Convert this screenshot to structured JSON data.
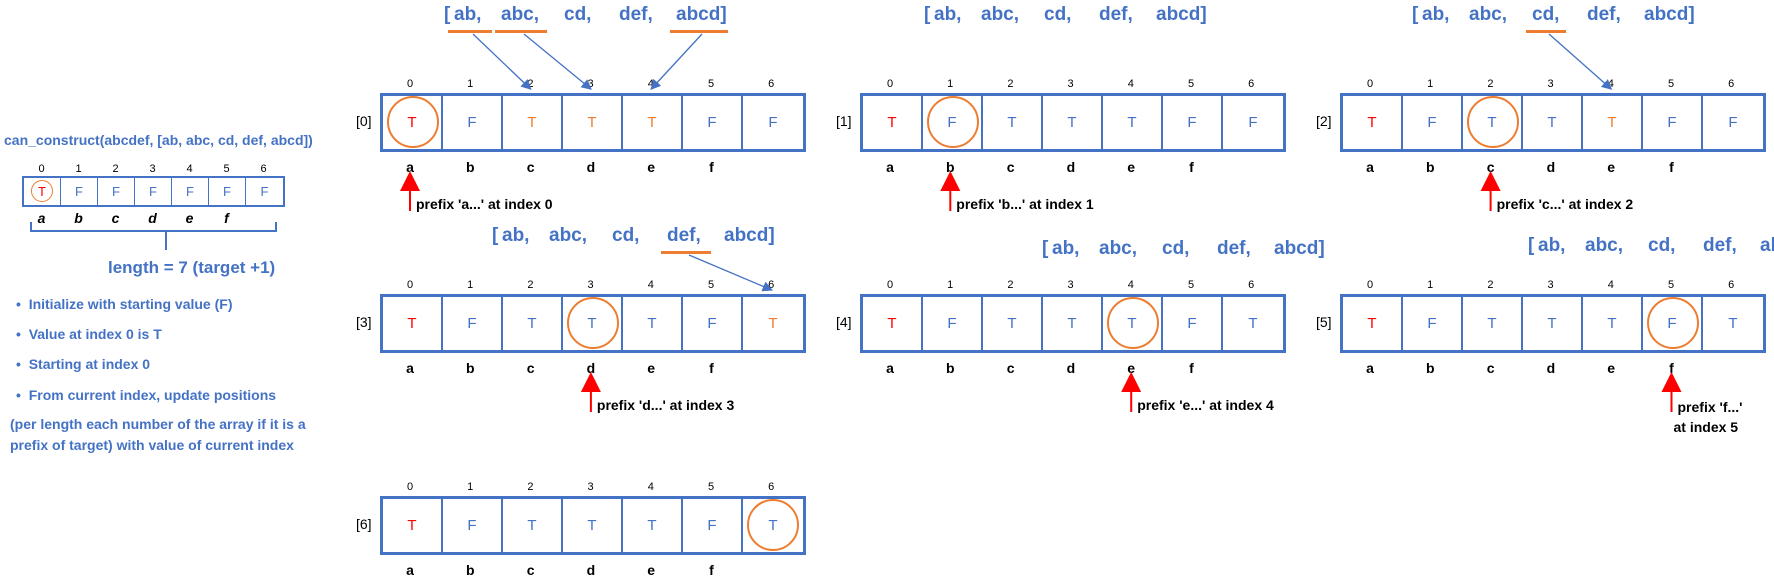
{
  "left_panel": {
    "title": "can_construct(abcdef, [ab, abc, cd, def, abcd])",
    "indices": [
      "0",
      "1",
      "2",
      "3",
      "4",
      "5",
      "6"
    ],
    "initial_values": [
      "T",
      "F",
      "F",
      "F",
      "F",
      "F",
      "F"
    ],
    "chars": [
      "a",
      "b",
      "c",
      "d",
      "e",
      "f"
    ],
    "length_label": "length = 7 (target +1)",
    "bullets": [
      "Initialize with starting value (F)",
      "Value at index 0 is T",
      "Starting at index 0",
      "From current index, update positions"
    ],
    "paragraph": "(per length each number of the array if it is a prefix of target)  with value of current index"
  },
  "word_list": [
    "ab,",
    "abc,",
    "cd,",
    "def,",
    "abcd]"
  ],
  "word_list_open": "[",
  "indices": [
    "0",
    "1",
    "2",
    "3",
    "4",
    "5",
    "6"
  ],
  "chars": [
    "a",
    "b",
    "c",
    "d",
    "e",
    "f"
  ],
  "colors": {
    "blue": "#4472C4",
    "orange": "#ED7D31",
    "red": "#FF0000"
  },
  "steps": [
    {
      "label": "[0]",
      "values": [
        "T",
        "F",
        "T",
        "T",
        "T",
        "F",
        "F"
      ],
      "colors": [
        "red",
        "blue",
        "orange",
        "orange",
        "orange",
        "blue",
        "blue"
      ],
      "current": 0,
      "prefix": "prefix 'a...' at index 0"
    },
    {
      "label": "[1]",
      "values": [
        "T",
        "F",
        "T",
        "T",
        "T",
        "F",
        "F"
      ],
      "colors": [
        "red",
        "blue",
        "blue",
        "blue",
        "blue",
        "blue",
        "blue"
      ],
      "current": 1,
      "prefix": "prefix 'b...' at index 1"
    },
    {
      "label": "[2]",
      "values": [
        "T",
        "F",
        "T",
        "T",
        "T",
        "F",
        "F"
      ],
      "colors": [
        "red",
        "blue",
        "blue",
        "blue",
        "orange",
        "blue",
        "blue"
      ],
      "current": 2,
      "prefix": "prefix 'c...' at index 2"
    },
    {
      "label": "[3]",
      "values": [
        "T",
        "F",
        "T",
        "T",
        "T",
        "F",
        "T"
      ],
      "colors": [
        "red",
        "blue",
        "blue",
        "blue",
        "blue",
        "blue",
        "orange"
      ],
      "current": 3,
      "prefix": "prefix 'd...' at index 3"
    },
    {
      "label": "[4]",
      "values": [
        "T",
        "F",
        "T",
        "T",
        "T",
        "F",
        "T"
      ],
      "colors": [
        "red",
        "blue",
        "blue",
        "blue",
        "blue",
        "blue",
        "blue"
      ],
      "current": 4,
      "prefix": "prefix 'e...' at index 4"
    },
    {
      "label": "[5]",
      "values": [
        "T",
        "F",
        "T",
        "T",
        "T",
        "F",
        "T"
      ],
      "colors": [
        "red",
        "blue",
        "blue",
        "blue",
        "blue",
        "blue",
        "blue"
      ],
      "current": 5,
      "prefix_line1": "prefix 'f...'",
      "prefix_line2": "at index 5"
    },
    {
      "label": "[6]",
      "values": [
        "T",
        "F",
        "T",
        "T",
        "T",
        "F",
        "T"
      ],
      "colors": [
        "red",
        "blue",
        "blue",
        "blue",
        "blue",
        "blue",
        "blue"
      ],
      "current": 6
    }
  ]
}
